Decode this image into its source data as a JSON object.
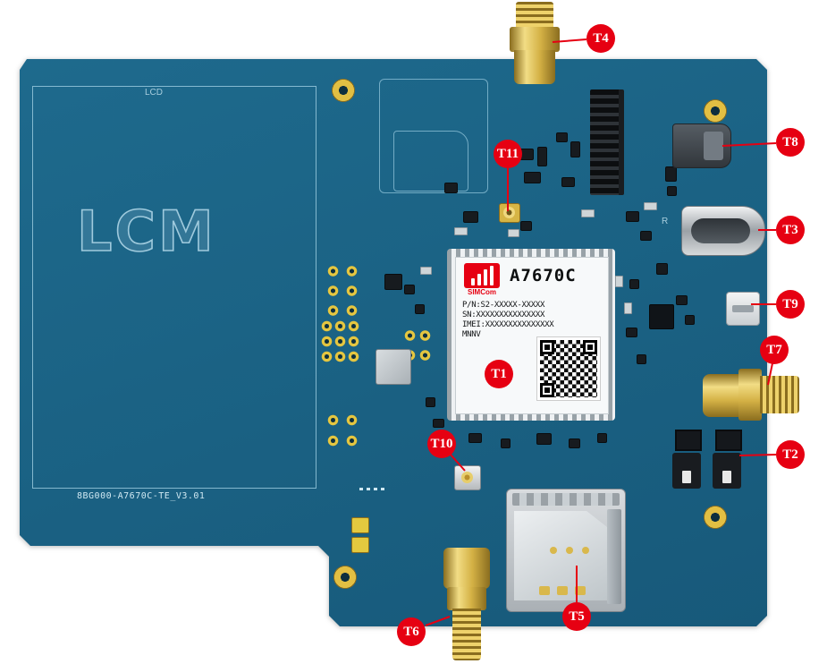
{
  "figure": {
    "description": "A7670C development board interface diagram"
  },
  "colors": {
    "pcb_blue": "#1a6183",
    "marker_red": "#e60012",
    "gold": "#d9b84c",
    "silkscreen": "#a8cede"
  },
  "silkscreen": {
    "lcd_label": "LCD",
    "lcm_text": "LCM",
    "board_version": "8BG000-A7670C-TE_V3.01",
    "r_label": "R"
  },
  "module_label": {
    "brand": "SIMCom",
    "model": "A7670C",
    "part_number": "P/N:S2-XXXXX-XXXXX",
    "serial_number": "SN:XXXXXXXXXXXXXXX",
    "imei": "IMEI:XXXXXXXXXXXXXXX",
    "extra_line": "MNNV"
  },
  "markers": {
    "items": [
      {
        "id": "T1"
      },
      {
        "id": "T2"
      },
      {
        "id": "T3"
      },
      {
        "id": "T4"
      },
      {
        "id": "T5"
      },
      {
        "id": "T6"
      },
      {
        "id": "T7"
      },
      {
        "id": "T8"
      },
      {
        "id": "T9"
      },
      {
        "id": "T10"
      },
      {
        "id": "T11"
      }
    ]
  }
}
